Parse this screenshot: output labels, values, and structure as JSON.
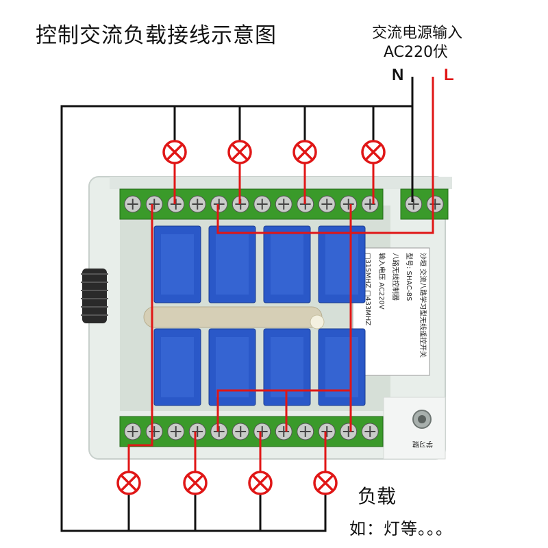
{
  "title": "控制交流负载接线示意图",
  "power_input": {
    "line1": "交流电源输入",
    "line2": "AC220伏",
    "neutral_label": "N",
    "live_label": "L"
  },
  "loads": {
    "title": "负载",
    "example": "如：灯等。。。"
  },
  "controller": {
    "label_lines": [
      "沙垣 交流八路学习型无线遥控开关",
      "型号: SHAC-8S",
      "八路无线控制器",
      "输入电压 AC220V",
      "□315MHZ  □433MHZ"
    ],
    "bottom_text": "学习键"
  },
  "colors": {
    "wire_neutral": "#111111",
    "wire_live": "#e01616",
    "terminal_green": "#3a9a2a",
    "relay_blue": "#2a58c8",
    "lamp_red": "#e01616"
  },
  "lamp_count": 8
}
